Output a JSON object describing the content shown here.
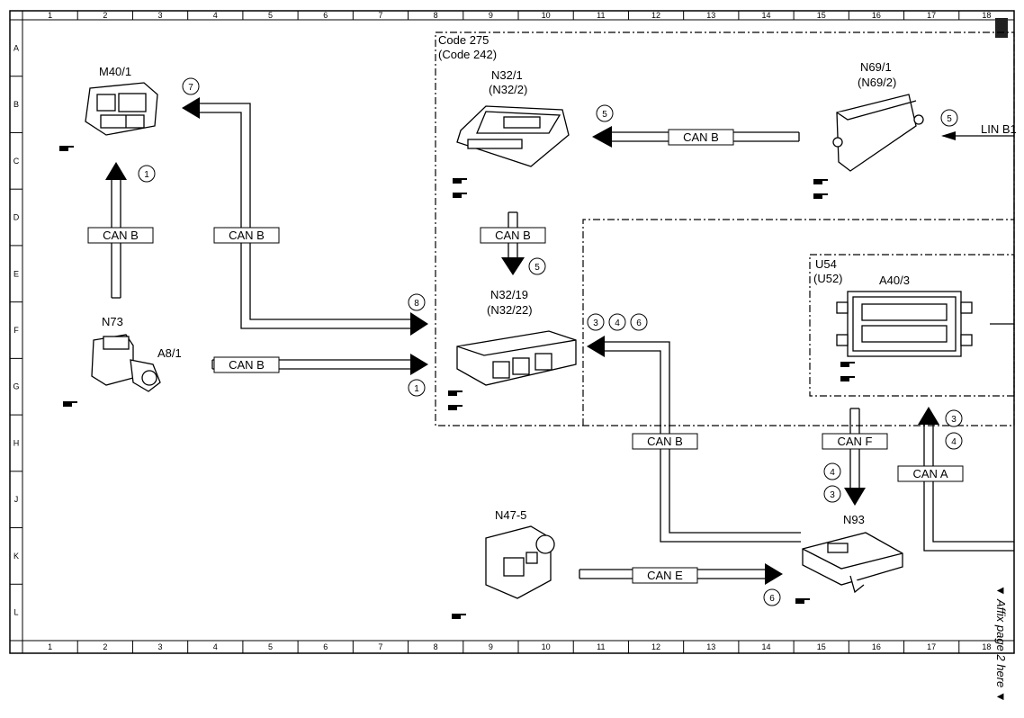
{
  "ruler": {
    "columns": [
      "1",
      "2",
      "3",
      "4",
      "5",
      "6",
      "7",
      "8",
      "9",
      "10",
      "11",
      "12",
      "13",
      "14",
      "15",
      "16",
      "17",
      "18"
    ],
    "rows": [
      "A",
      "B",
      "C",
      "D",
      "E",
      "F",
      "G",
      "H",
      "J",
      "K",
      "L"
    ]
  },
  "components": {
    "m40_1": "M40/1",
    "n73": "N73",
    "a8_1": "A8/1",
    "n32_1": "N32/1",
    "n32_2": "(N32/2)",
    "n69_1": "N69/1",
    "n69_2": "(N69/2)",
    "n32_19": "N32/19",
    "n32_22": "(N32/22)",
    "u54": "U54",
    "u52": "(U52)",
    "a40_3": "A40/3",
    "n47_5": "N47-5",
    "n93": "N93"
  },
  "codes": {
    "code_275": "Code 275",
    "code_242": "(Code 242)"
  },
  "bus": {
    "can_b": "CAN B",
    "can_e": "CAN E",
    "can_f": "CAN F",
    "can_a": "CAN A",
    "lin": "LIN B1"
  },
  "markers": {
    "m1": "1",
    "m3": "3",
    "m4": "4",
    "m5": "5",
    "m6": "6",
    "m7": "7",
    "m8": "8"
  },
  "side_note": "▼ Affix page 2 here ▼"
}
